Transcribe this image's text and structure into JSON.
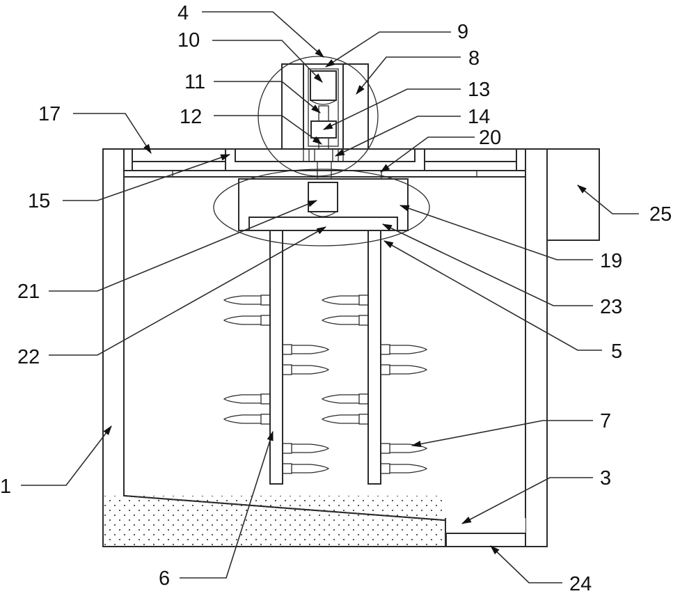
{
  "figure": {
    "title": "Stirring tank with top drive assembly (patent drawing)",
    "line_color": "#2b2b2b",
    "background": "#ffffff"
  },
  "labels": [
    {
      "id": "1",
      "text": "1"
    },
    {
      "id": "3",
      "text": "3"
    },
    {
      "id": "4",
      "text": "4"
    },
    {
      "id": "5",
      "text": "5"
    },
    {
      "id": "6",
      "text": "6"
    },
    {
      "id": "7",
      "text": "7"
    },
    {
      "id": "8",
      "text": "8"
    },
    {
      "id": "9",
      "text": "9"
    },
    {
      "id": "10",
      "text": "10"
    },
    {
      "id": "11",
      "text": "11"
    },
    {
      "id": "12",
      "text": "12"
    },
    {
      "id": "13",
      "text": "13"
    },
    {
      "id": "14",
      "text": "14"
    },
    {
      "id": "15",
      "text": "15"
    },
    {
      "id": "17",
      "text": "17"
    },
    {
      "id": "19",
      "text": "19"
    },
    {
      "id": "20",
      "text": "20"
    },
    {
      "id": "21",
      "text": "21"
    },
    {
      "id": "22",
      "text": "22"
    },
    {
      "id": "23",
      "text": "23"
    },
    {
      "id": "24",
      "text": "24"
    },
    {
      "id": "25",
      "text": "25"
    }
  ]
}
